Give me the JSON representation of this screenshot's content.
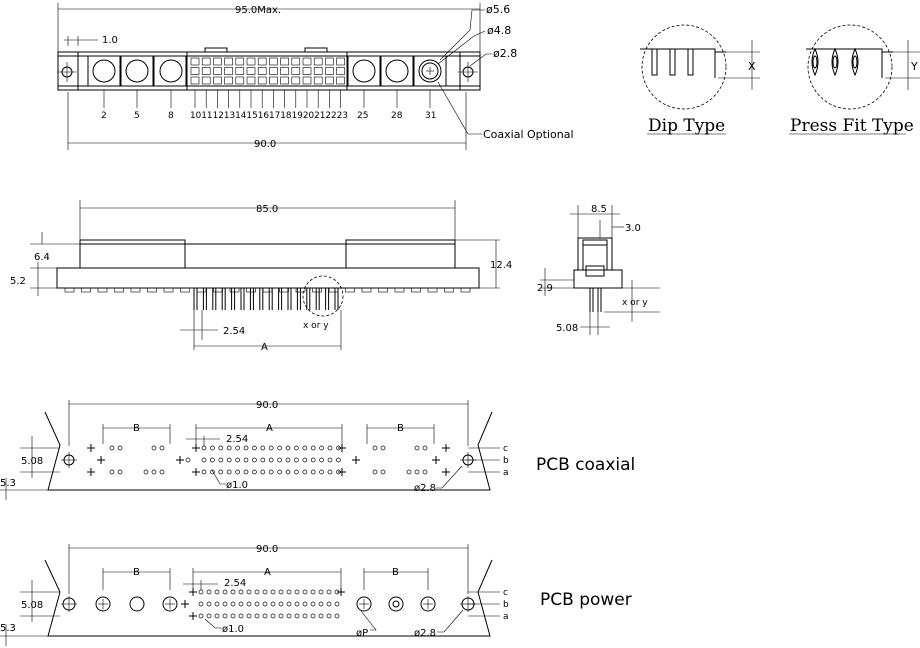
{
  "top_view": {
    "overall_max": "95.0Max.",
    "dim_1_0": "1.0",
    "dim_90": "90.0",
    "phi_5_6": "ø5.6",
    "phi_4_8": "ø4.8",
    "phi_2_8": "ø2.8",
    "coax_optional": "Coaxial  Optional",
    "pin_numbers": [
      "2",
      "5",
      "8",
      "1011121314151617181920212223",
      "25",
      "28",
      "31"
    ]
  },
  "detail": {
    "dip_label": "Dip Type",
    "press_label": "Press Fit Type",
    "x_label": "X",
    "y_label": "Y"
  },
  "side_view": {
    "dim_85": "85.0",
    "dim_6_4": "6.4",
    "dim_5_2": "5.2",
    "dim_12_4": "12.4",
    "dim_2_54": "2.54",
    "dim_a": "A",
    "x_or_y": "x  or  y"
  },
  "end_view": {
    "dim_8_5": "8.5",
    "dim_3_0": "3.0",
    "dim_2_9": "2.9",
    "dim_5_08": "5.08",
    "x_or_y": "x  or  y"
  },
  "pcb_coaxial": {
    "title": "PCB coaxial",
    "dim_90": "90.0",
    "dim_b": "B",
    "dim_a": "A",
    "dim_2_54": "2.54",
    "dim_5_08": "5.08",
    "dim_5_3": "5.3",
    "phi_1_0": "ø1.0",
    "phi_2_8": "ø2.8",
    "row_c": "c",
    "row_b": "b",
    "row_a": "a"
  },
  "pcb_power": {
    "title": "PCB power",
    "dim_90": "90.0",
    "dim_b": "B",
    "dim_a": "A",
    "dim_2_54": "2.54",
    "dim_5_08": "5.08",
    "dim_5_3": "5.3",
    "phi_1_0": "ø1.0",
    "phi_p": "øP",
    "phi_2_8": "ø2.8",
    "row_c": "c",
    "row_b": "b",
    "row_a": "a"
  }
}
